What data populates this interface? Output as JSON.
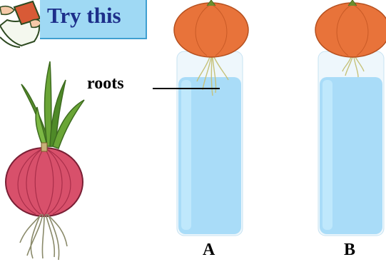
{
  "banner": {
    "text": "Try this"
  },
  "labels": {
    "roots": "roots"
  },
  "jars": [
    {
      "label": "A"
    },
    {
      "label": "B"
    }
  ],
  "colors": {
    "banner_fill": "#9fd9f4",
    "banner_border": "#3f9fd0",
    "banner_text": "#1d2f8a",
    "water": "#a9dcf8",
    "onion_top": "#e8733a",
    "onion_red": "#d8506b"
  }
}
